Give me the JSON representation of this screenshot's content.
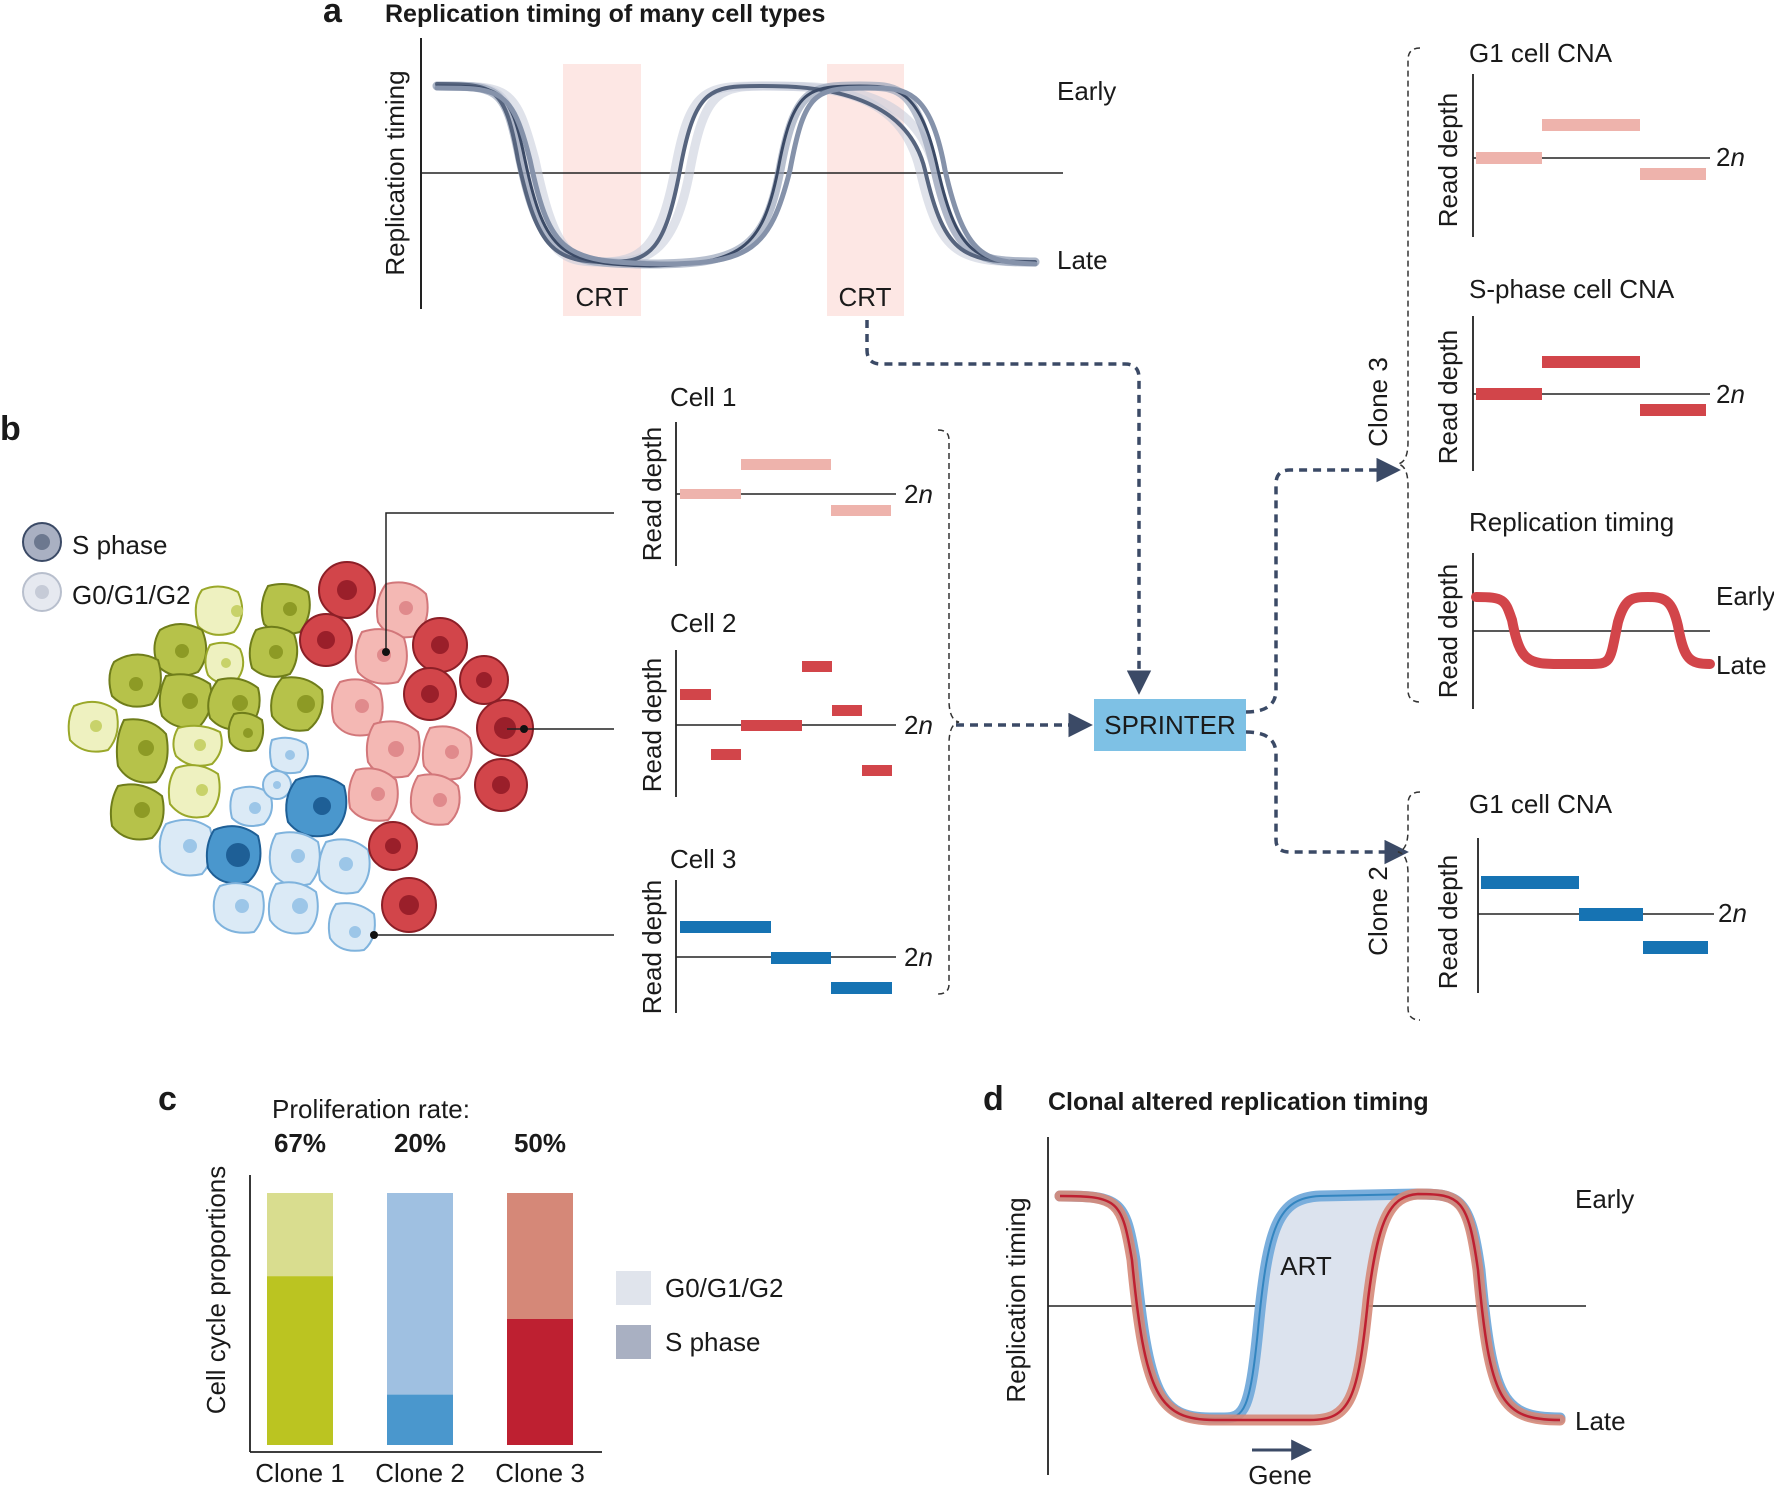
{
  "panel_a": {
    "label": "a",
    "title": "Replication timing of many cell types",
    "ylabel": "Replication timing",
    "early": "Early",
    "late": "Late",
    "crt_1": "CRT",
    "crt_2": "CRT"
  },
  "panel_b": {
    "label": "b",
    "legend_s": "S phase",
    "legend_g": "G0/G1/G2",
    "cell_1": "Cell 1",
    "cell_2": "Cell 2",
    "cell_3": "Cell 3",
    "read_depth": "Read depth",
    "ploidy": "2",
    "ploidy_n": "n",
    "sprinter": "SPRINTER",
    "clone_3": "Clone 3",
    "clone_2": "Clone 2",
    "g1_cna": "G1 cell CNA",
    "s_cna": "S-phase cell CNA",
    "rt_title": "Replication timing",
    "early": "Early",
    "late": "Late"
  },
  "panel_c": {
    "label": "c",
    "prolif_title": "Proliferation rate:",
    "ylabel": "Cell cycle proportions",
    "legend_g": "G0/G1/G2",
    "legend_s": "S phase",
    "chart_data": {
      "type": "bar",
      "stacked": true,
      "categories": [
        "Clone 1",
        "Clone 2",
        "Clone 3"
      ],
      "proliferation_labels": [
        "67%",
        "20%",
        "50%"
      ],
      "series": [
        {
          "name": "S phase",
          "values": [
            67,
            20,
            50
          ]
        },
        {
          "name": "G0/G1/G2",
          "values": [
            33,
            80,
            50
          ]
        }
      ],
      "ylim": [
        0,
        100
      ],
      "colors": {
        "s_phase": [
          "#bbc421",
          "#4a97cd",
          "#be2031"
        ],
        "g_phase": [
          "#d9dd8f",
          "#9fc0e1",
          "#d58878"
        ],
        "legend_g": "#e0e4ec",
        "legend_s": "#a9b0c2"
      }
    }
  },
  "panel_d": {
    "label": "d",
    "title": "Clonal altered replication timing",
    "ylabel": "Replication timing",
    "early": "Early",
    "late": "Late",
    "art": "ART",
    "gene": "Gene"
  },
  "colors": {
    "navy": "#3b4a66",
    "pink_light": "#eeb3ac",
    "red": "#d2454a",
    "blue": "#1673b3",
    "sprinter_box": "#7ec1e5",
    "crt_band": "#fde7e4"
  }
}
